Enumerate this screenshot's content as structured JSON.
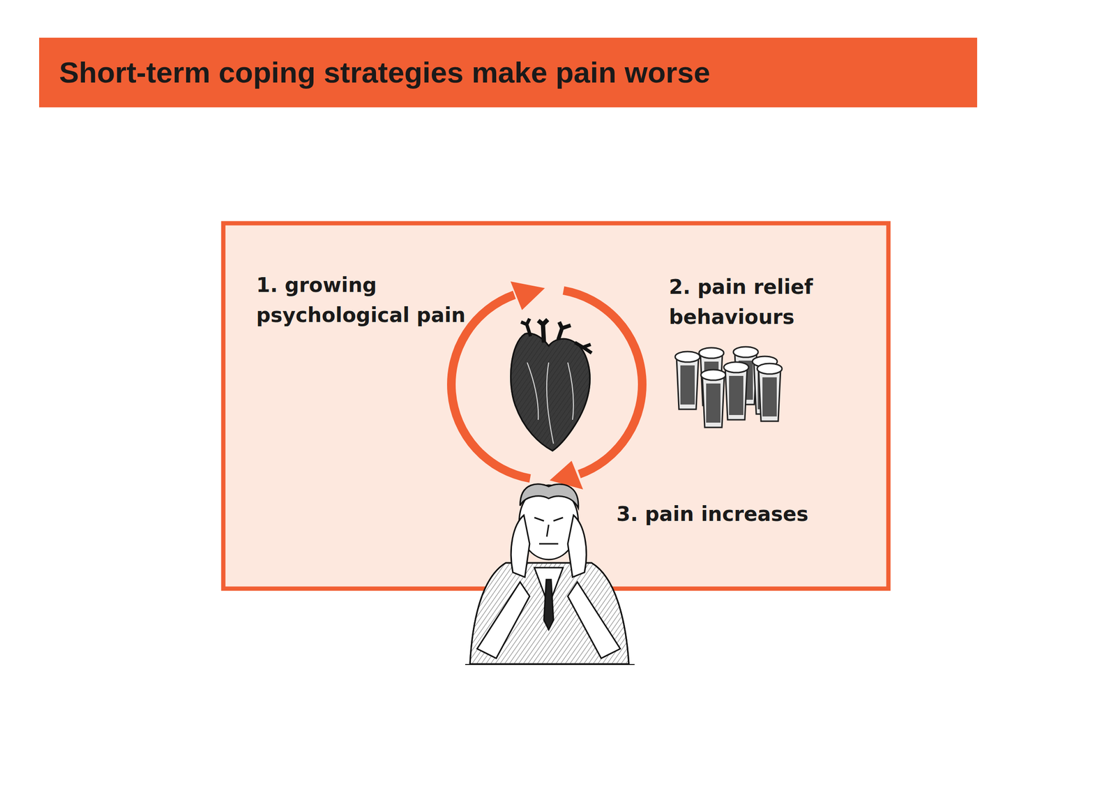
{
  "diagram": {
    "title": "Short-term coping strategies make pain worse",
    "labels": [
      "1. growing psychological pain",
      "2. pain relief behaviours",
      "3. pain increases"
    ]
  }
}
